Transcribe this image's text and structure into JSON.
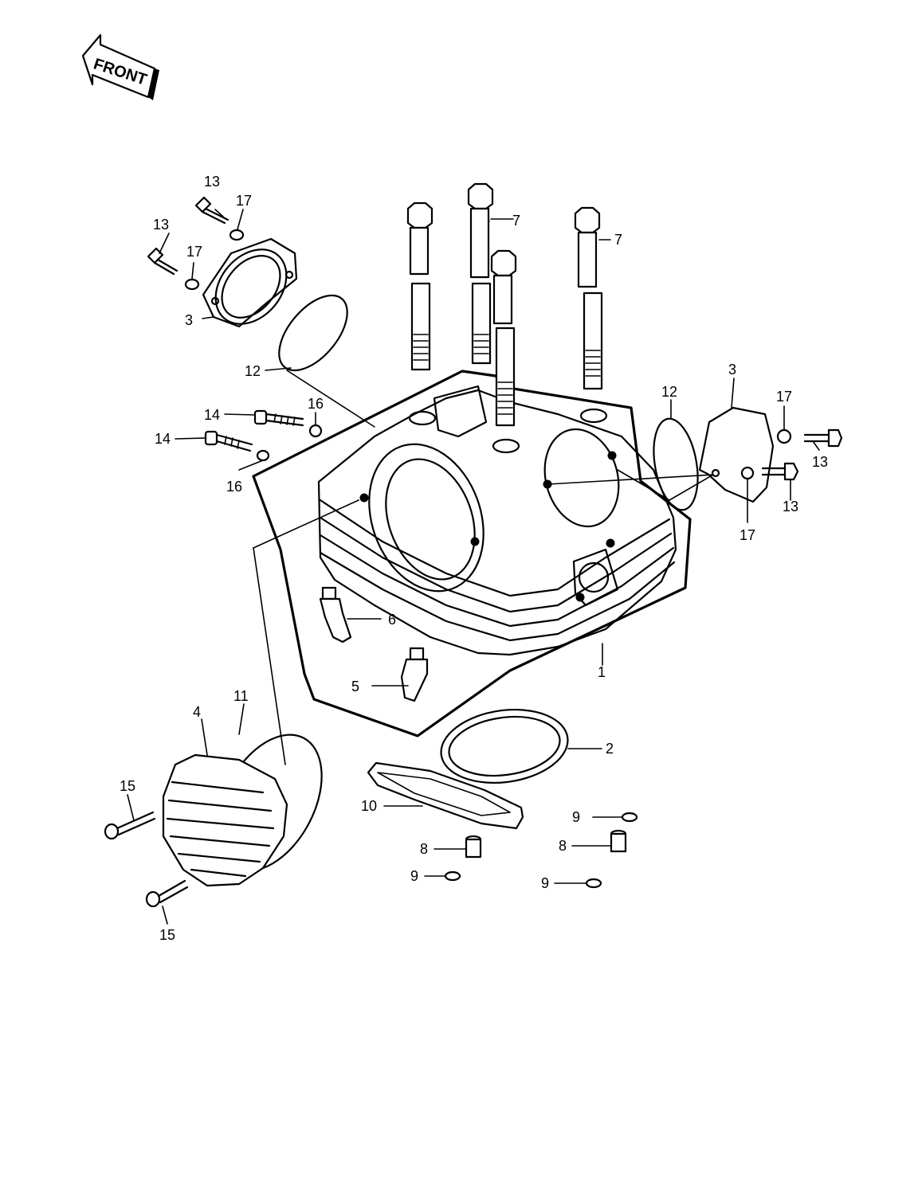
{
  "front_arrow": {
    "text": "FRONT"
  },
  "callouts": [
    {
      "id": "c1",
      "text": "1"
    },
    {
      "id": "c2",
      "text": "2"
    },
    {
      "id": "c3a",
      "text": "3"
    },
    {
      "id": "c3b",
      "text": "3"
    },
    {
      "id": "c4",
      "text": "4"
    },
    {
      "id": "c5",
      "text": "5"
    },
    {
      "id": "c6",
      "text": "6"
    },
    {
      "id": "c7a",
      "text": "7"
    },
    {
      "id": "c7b",
      "text": "7"
    },
    {
      "id": "c8a",
      "text": "8"
    },
    {
      "id": "c8b",
      "text": "8"
    },
    {
      "id": "c9a",
      "text": "9"
    },
    {
      "id": "c9b",
      "text": "9"
    },
    {
      "id": "c9c",
      "text": "9"
    },
    {
      "id": "c10",
      "text": "10"
    },
    {
      "id": "c11",
      "text": "11"
    },
    {
      "id": "c12a",
      "text": "12"
    },
    {
      "id": "c12b",
      "text": "12"
    },
    {
      "id": "c13a",
      "text": "13"
    },
    {
      "id": "c13b",
      "text": "13"
    },
    {
      "id": "c13c",
      "text": "13"
    },
    {
      "id": "c13d",
      "text": "13"
    },
    {
      "id": "c14a",
      "text": "14"
    },
    {
      "id": "c14b",
      "text": "14"
    },
    {
      "id": "c15a",
      "text": "15"
    },
    {
      "id": "c15b",
      "text": "15"
    },
    {
      "id": "c16a",
      "text": "16"
    },
    {
      "id": "c16b",
      "text": "16"
    },
    {
      "id": "c17a",
      "text": "17"
    },
    {
      "id": "c17b",
      "text": "17"
    },
    {
      "id": "c17c",
      "text": "17"
    },
    {
      "id": "c17d",
      "text": "17"
    }
  ]
}
